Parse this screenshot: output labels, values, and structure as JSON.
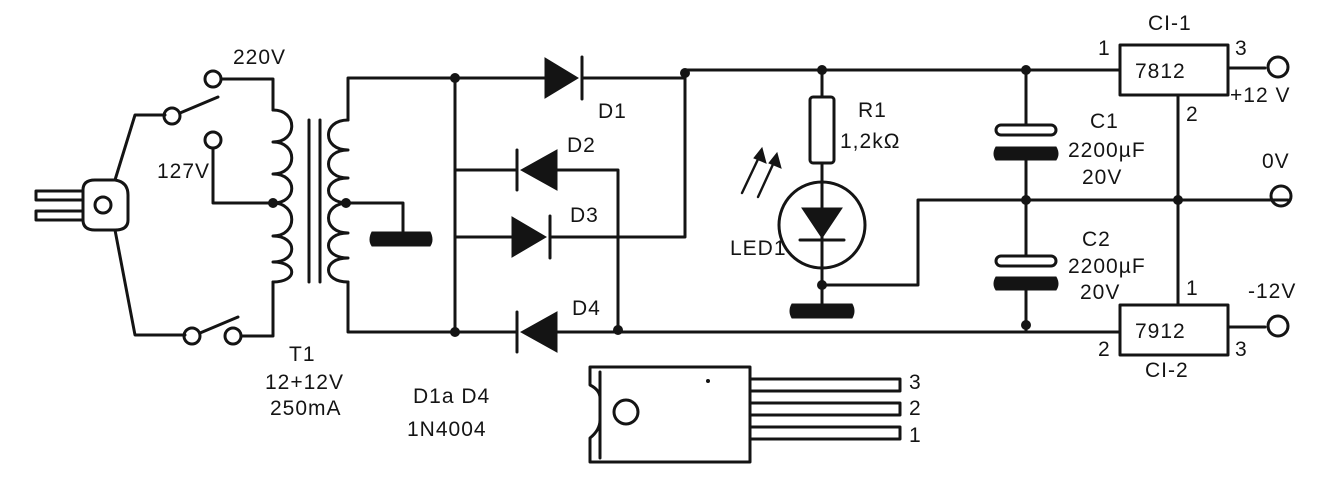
{
  "labels": {
    "v220": "220V",
    "v127": "127V",
    "t1": "T1",
    "t1_rating": "12+12V",
    "t1_current": "250mA",
    "d1": "D1",
    "d2": "D2",
    "d3": "D3",
    "d4": "D4",
    "diodes": "D1a D4",
    "diode_part": "1N4004",
    "r1": "R1",
    "r1_value": "1,2kΩ",
    "led1": "LED1",
    "c1": "C1",
    "c1_value": "2200µF",
    "c1_voltage": "20V",
    "c2": "C2",
    "c2_value": "2200µF",
    "c2_voltage": "20V",
    "ci1": "CI-1",
    "ci1_part": "7812",
    "ci1_pin1": "1",
    "ci1_pin2": "2",
    "ci1_pin3": "3",
    "ci2": "CI-2",
    "ci2_part": "7912",
    "ci2_pin1": "1",
    "ci2_pin2": "2",
    "ci2_pin3": "3",
    "out_pos": "+12 V",
    "out_zero": "0V",
    "out_neg": "-12V",
    "pkg_pin3": "3",
    "pkg_pin2": "2",
    "pkg_pin1": "1"
  },
  "colors": {
    "ink": "#141414",
    "paper": "#ffffff"
  }
}
